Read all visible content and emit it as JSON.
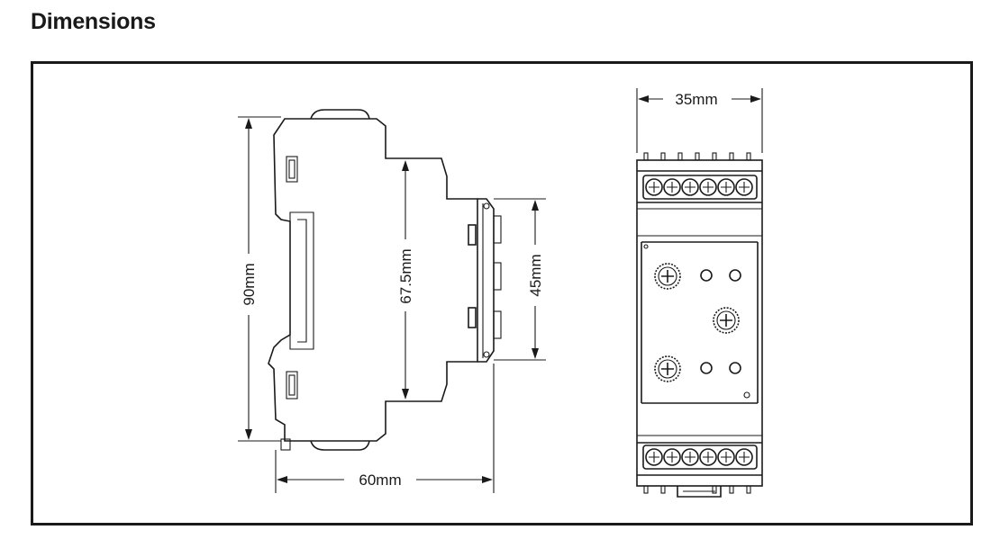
{
  "title": "Dimensions",
  "side_view": {
    "height_label": "90mm",
    "inner_height_label": "67.5mm",
    "front_height_label": "45mm",
    "depth_label": "60mm"
  },
  "front_view": {
    "width_label": "35mm",
    "terminal_rows": 2,
    "terminals_per_row": 6,
    "adjustment_knobs": 3,
    "indicator_leds": 4
  },
  "colors": {
    "ink": "#1a1a1a",
    "background": "#ffffff"
  }
}
